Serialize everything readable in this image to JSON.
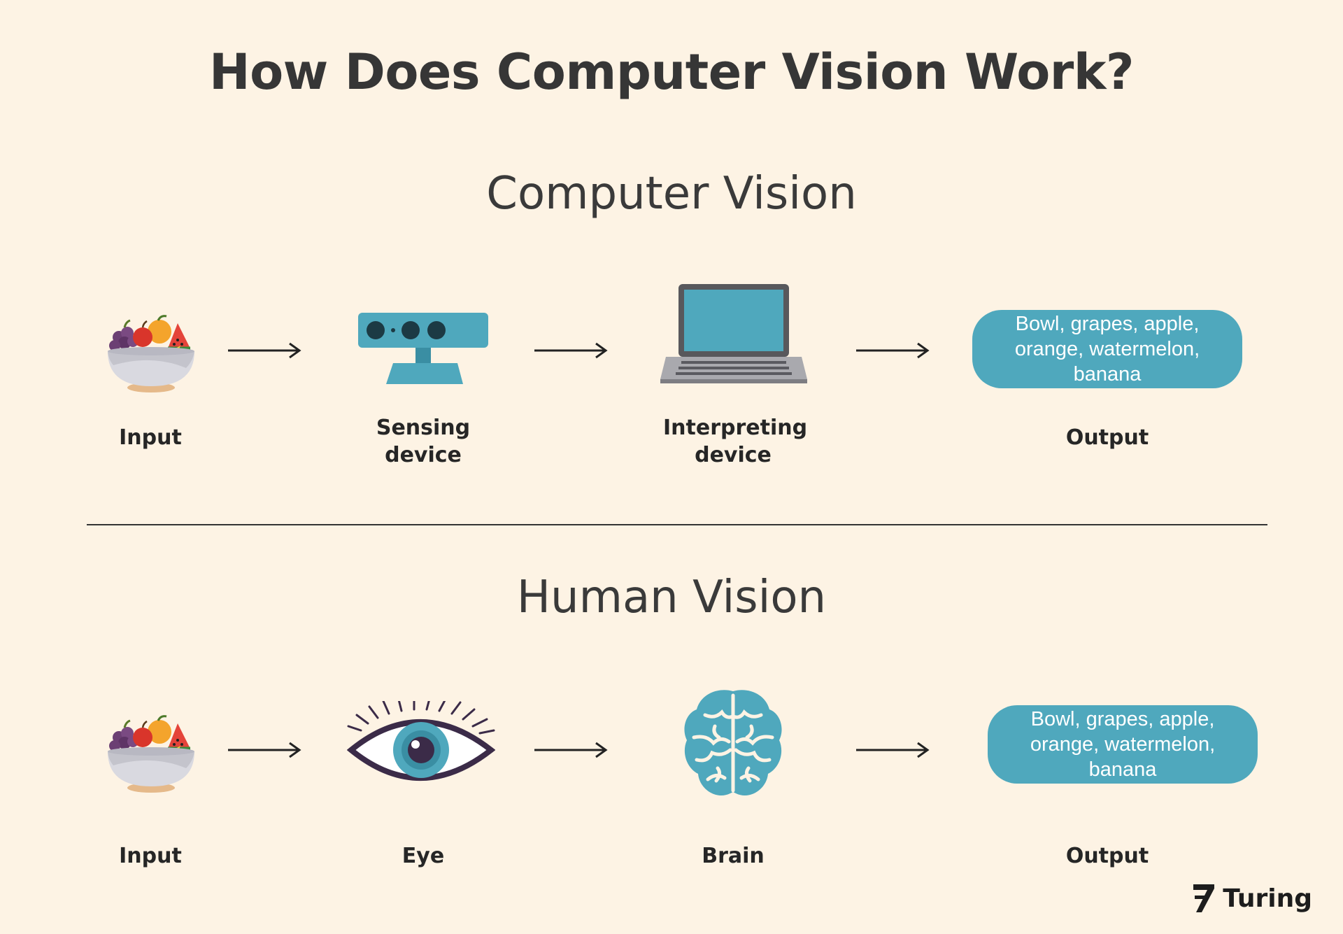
{
  "title": "How Does Computer Vision Work?",
  "sections": {
    "computer": {
      "title": "Computer Vision",
      "captions": {
        "input": "Input",
        "sensing": "Sensing device",
        "interpreting": "Interpreting device",
        "output": "Output"
      },
      "output_text": "Bowl, grapes, apple, orange, watermelon, banana"
    },
    "human": {
      "title": "Human Vision",
      "captions": {
        "input": "Input",
        "eye": "Eye",
        "brain": "Brain",
        "output": "Output"
      },
      "output_text": "Bowl, grapes, apple, orange, watermelon, banana"
    }
  },
  "brand": {
    "name": "Turing",
    "icon": "turing-logo-icon"
  },
  "icons": {
    "fruit_bowl": "fruit-bowl-icon",
    "sensor": "depth-sensor-icon",
    "laptop": "laptop-icon",
    "eye": "eye-icon",
    "brain": "brain-icon",
    "arrow": "arrow-right-icon"
  },
  "colors": {
    "background": "#fdf3e4",
    "accent": "#4fa8bd",
    "text": "#333333"
  }
}
